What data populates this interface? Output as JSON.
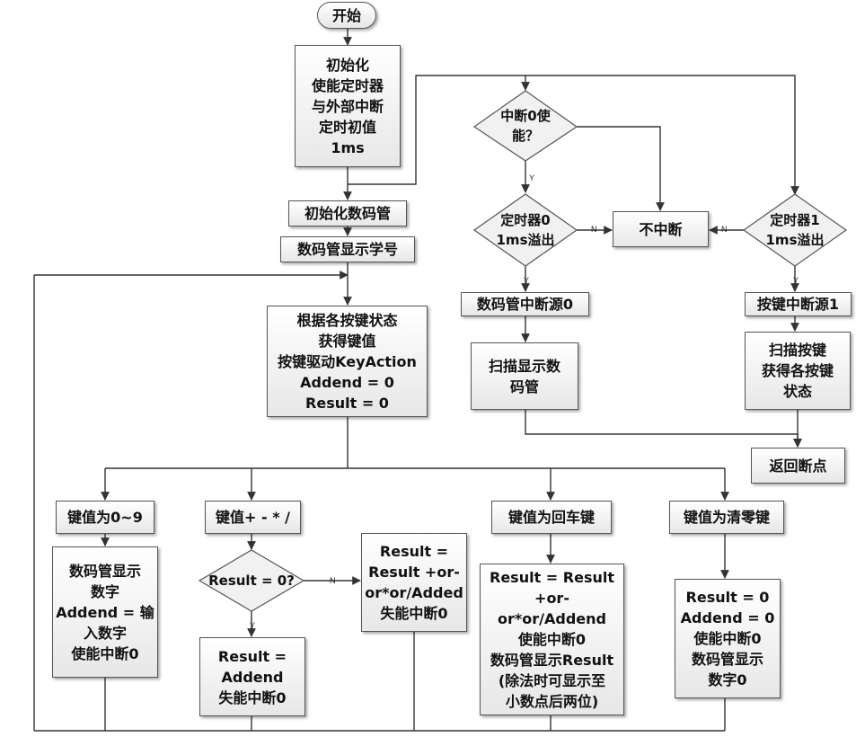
{
  "start": "开始",
  "init": "初始化\n使能定时器\n与外部中断\n定时初值\n1ms",
  "init_display": "初始化数码管",
  "show_id": "数码管显示学号",
  "key_state": "根据各按键状态\n获得键值\n按键驱动KeyAction\nAddend = 0\nResult = 0",
  "int0_enabled": "中断0使\n能？",
  "timer0_overflow": "定时器0\n1ms溢出",
  "no_interrupt": "不中断",
  "timer1_overflow": "定时器1\n1ms溢出",
  "int_source0": "数码管中断源0",
  "scan_display": "扫描显示数\n码管",
  "int_source1": "按键中断源1",
  "scan_keys": "扫描按键\n获得各按键\n状态",
  "return_point": "返回断点",
  "key_digit": "键值为0~9",
  "key_ops": "键值+ - * /",
  "key_enter": "键值为回车键",
  "key_clear": "键值为清零键",
  "digit_action": "数码管显示\n数字\nAddend = 输\n入数字\n使能中断0",
  "result_zero": "Result = 0?",
  "result_calc": "Result =\nResult +or-\nor*or/Added\n失能中断0",
  "result_addend": "Result =\nAddend\n失能中断0",
  "enter_action": "Result = Result\n+or-or*or/Addend\n使能中断0\n数码管显示Result\n(除法时可显示至\n小数点后两位)",
  "clear_action": "Result = 0\nAddend = 0\n使能中断0\n数码管显示\n数字0",
  "yes": "Y",
  "no": "N"
}
